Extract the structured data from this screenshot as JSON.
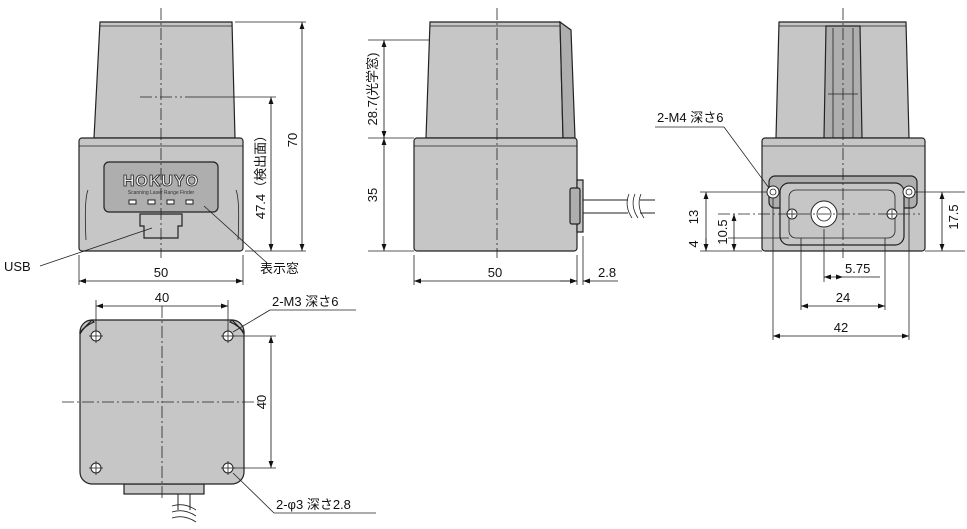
{
  "front_view": {
    "logo": "HOKUYO",
    "sublogo": "Scanning Laser Range Finder",
    "dim_width": "50",
    "dim_height": "70",
    "dim_detect_height": "47.4（検出面）",
    "callout_usb": "USB",
    "callout_window": "表示窓"
  },
  "side_view": {
    "dim_optical_window": "28.7(光学窓)",
    "dim_base_height": "35",
    "dim_width": "50",
    "dim_connector": "2.8"
  },
  "back_view": {
    "callout_tap": "2-M4  深さ6",
    "dim_13": "13",
    "dim_4": "4",
    "dim_10_5": "10.5",
    "dim_17_5": "17.5",
    "dim_5_75": "5.75",
    "dim_24": "24",
    "dim_42": "42"
  },
  "bottom_view": {
    "dim_hole_pitch_x": "40",
    "dim_hole_pitch_y": "40",
    "callout_tap": "2-M3 深さ6",
    "callout_hole": "2-φ3  深さ2.8"
  }
}
